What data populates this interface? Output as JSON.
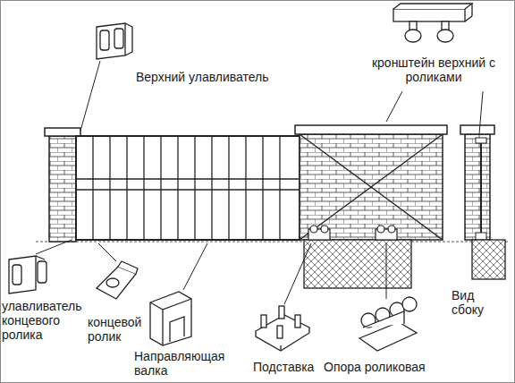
{
  "diagram": {
    "labels": [
      "Верхний улавливатель",
      "кронштейн верхний с роликами",
      "улавливатель концевого ролика",
      "концевой ролик",
      "Направляющая валка",
      "Подставка",
      "Опора роликовая",
      "Вид сбоку"
    ]
  }
}
